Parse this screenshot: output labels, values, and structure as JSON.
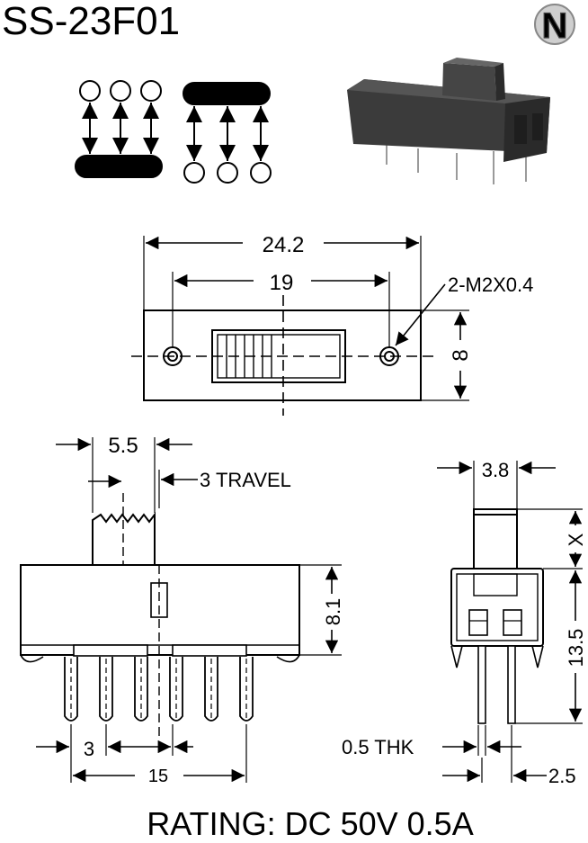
{
  "title": "SS-23F01",
  "brand_logo": {
    "letter": "N",
    "icon": "n-circle-logo"
  },
  "top_view": {
    "overall_width": "24.2",
    "hole_spacing": "19",
    "height": "8",
    "mount_holes": "2-M2X0.4"
  },
  "front_view": {
    "actuator_width": "5.5",
    "travel": "3 TRAVEL",
    "body_height": "8.1",
    "pin_pitch": "3",
    "pin_span": "15"
  },
  "side_view": {
    "actuator_width": "3.8",
    "actuator_height": "X",
    "total_height": "13.5",
    "pin_thickness": "0.5 THK",
    "pin_offset": "2.5"
  },
  "rating": "RATING: DC 50V 0.5A",
  "colors": {
    "ink": "#000000",
    "photo_body": "#3a3a3a",
    "paper": "#ffffff"
  }
}
